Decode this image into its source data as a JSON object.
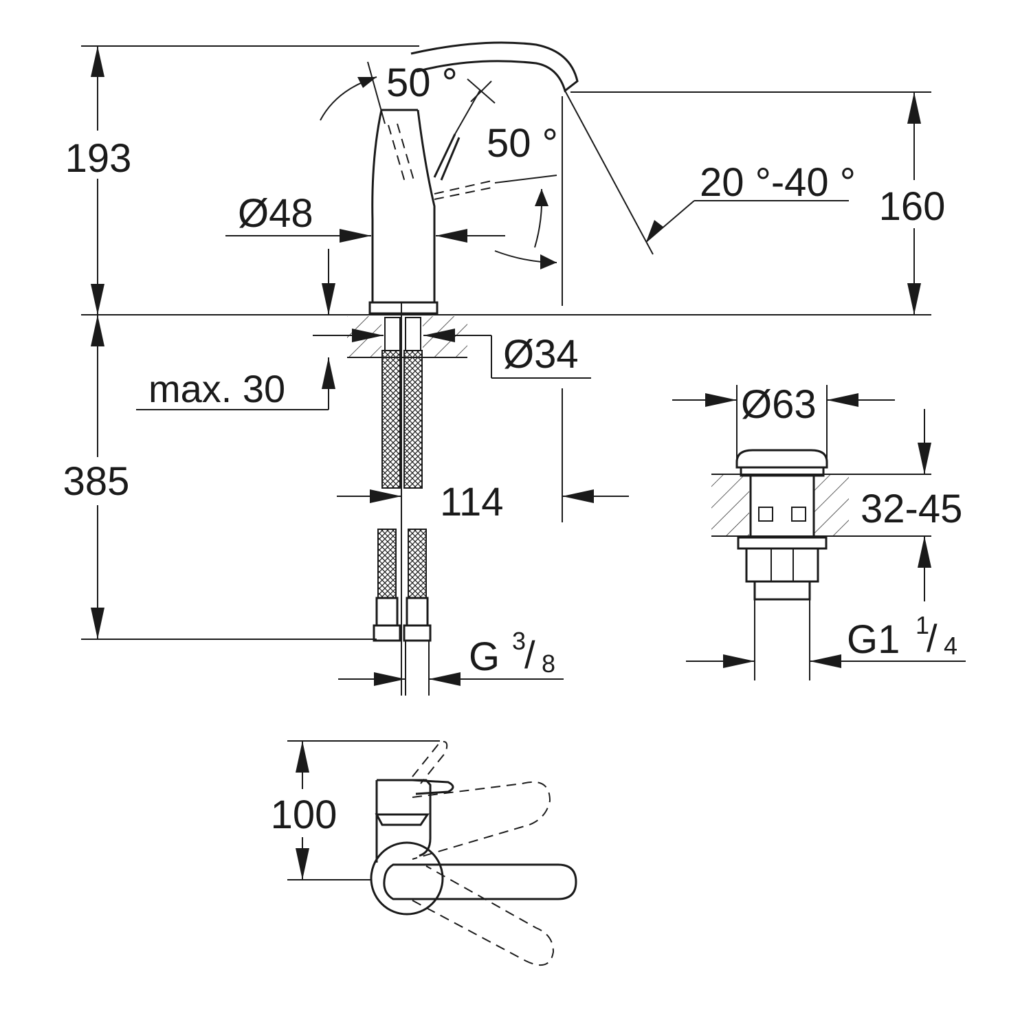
{
  "dimensions": {
    "height_total": "193",
    "height_spout": "160",
    "below_deck": "385",
    "lever_angle_top": "50 °",
    "lever_angle_side": "50 °",
    "spout_angle": "20 °-40 °",
    "body_diameter": "Ø48",
    "base_diameter": "Ø34",
    "deck_thickness": "max. 30",
    "spout_reach": "114",
    "hose_thread_main": "G",
    "hose_thread_num": "3",
    "hose_thread_den": "8",
    "waste_diameter": "Ø63",
    "waste_deck_range": "32-45",
    "waste_thread_main": "G1",
    "waste_thread_num": "1",
    "waste_thread_den": "4",
    "top_view_depth": "100"
  }
}
